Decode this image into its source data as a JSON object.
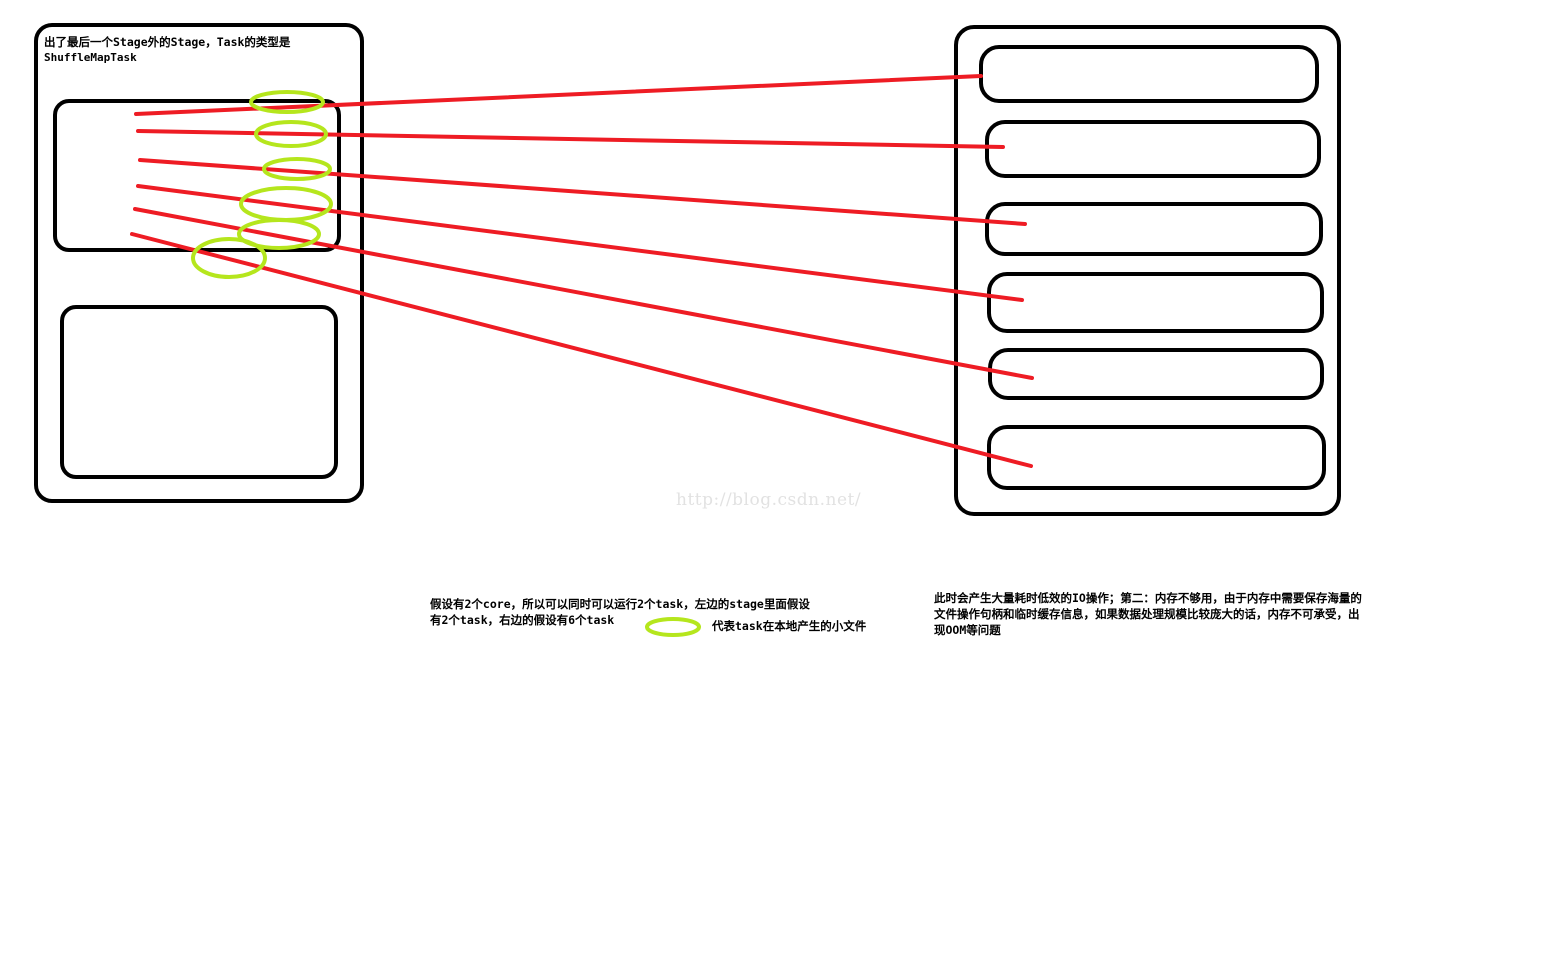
{
  "left_box": {
    "title_line1": "出了最后一个Stage外的Stage，Task的类型是",
    "title_line2": "ShuffleMapTask"
  },
  "watermark": "http://blog.csdn.net/",
  "note_cores": {
    "line1": "假设有2个core，所以可以同时可以运行2个task，左边的stage里面假设",
    "line2": "有2个task，右边的假设有6个task"
  },
  "legend": {
    "label": "代表task在本地产生的小文件"
  },
  "note_problem": {
    "line1": "此时会产生大量耗时低效的IO操作；第二：内存不够用，由于内存中需要保存海量的",
    "line2": "文件操作句柄和临时缓存信息，如果数据处理规模比较庞大的话，内存不可承受，出",
    "line3": "现OOM等问题"
  },
  "colors": {
    "outline": "#000000",
    "connection": "#ee1c24",
    "file_marker": "#b5e61d",
    "watermark": "#e2e2e2"
  },
  "counts": {
    "right_tasks": 6,
    "left_tasks": 2,
    "cores": 2
  }
}
